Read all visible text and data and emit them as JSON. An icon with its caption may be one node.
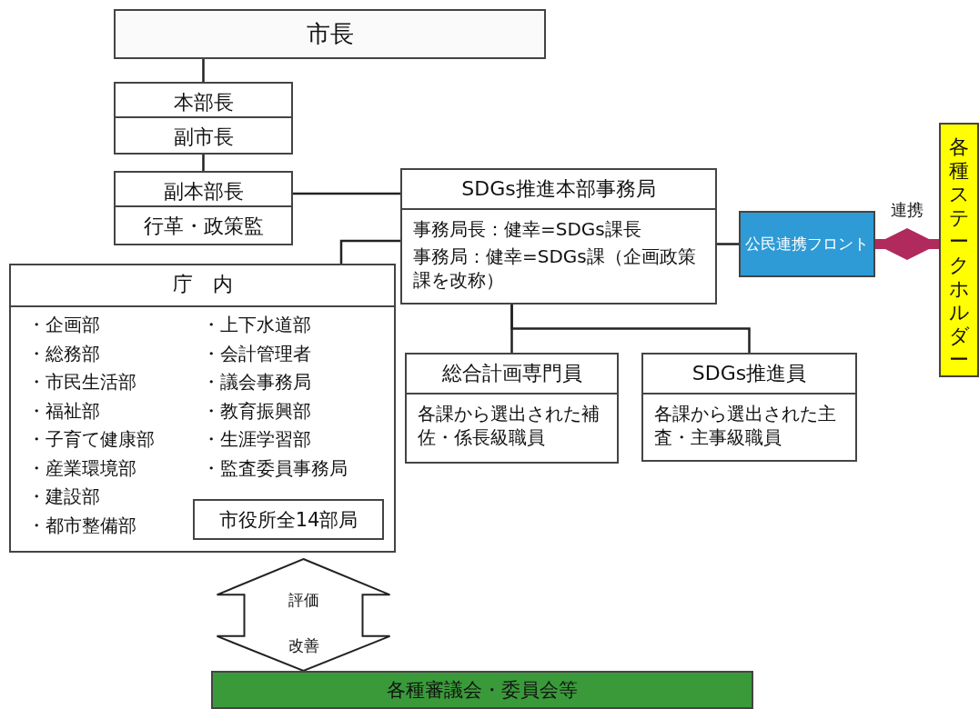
{
  "diagram": {
    "nodes": [
      {
        "text": [
          "市長"
        ]
      },
      {
        "text": [
          "本部長",
          "副市長"
        ]
      },
      {
        "text": [
          "副本部長",
          "行革・政策監"
        ]
      },
      {
        "text": [
          "SDGs推進本部事務局",
          "事務局長：健幸=SDGs課長",
          "事務局：健幸=SDGs課（企画政策課を改称）"
        ]
      },
      {
        "text": [
          "庁　内",
          "・企画部",
          "・総務部",
          "・市民生活部",
          "・福祉部",
          "・子育て健康部",
          "・産業環境部",
          "・建設部",
          "・都市整備部",
          "・上下水道部",
          "・会計管理者",
          "・議会事務局",
          "・教育振興部",
          "・生涯学習部",
          "・監査委員事務局"
        ]
      },
      {
        "text": [
          "市役所全14部局"
        ],
        "in": 4
      },
      {
        "text": [
          "総合計画専門員",
          "各課から選出された補佐・係長級職員"
        ]
      },
      {
        "text": [
          "SDGs推進員",
          "各課から選出された主査・主事級職員"
        ]
      },
      {
        "text": [
          "公民連携フロント"
        ]
      },
      {
        "text": [
          "各種ステークホルダー"
        ]
      },
      {
        "text": [
          "各種審議会・委員会等"
        ]
      }
    ],
    "edges": [
      {
        "from": 0,
        "to": 1,
        "arrow": "none"
      },
      {
        "from": 1,
        "to": 2,
        "arrow": "none"
      },
      {
        "from": 2,
        "to": 3,
        "arrow": "none"
      },
      {
        "from": 3,
        "to": 4,
        "arrow": "none"
      },
      {
        "from": 3,
        "to": 6,
        "arrow": "none"
      },
      {
        "from": 3,
        "to": 7,
        "arrow": "none"
      },
      {
        "from": 3,
        "to": 8,
        "arrow": "none"
      },
      {
        "from": 8,
        "to": 9,
        "arrow": "both",
        "label": "連携",
        "style": "thick",
        "color": "#b02a5e"
      },
      {
        "from": 4,
        "to": 10,
        "arrow": "both",
        "label": "評価改善"
      }
    ]
  }
}
